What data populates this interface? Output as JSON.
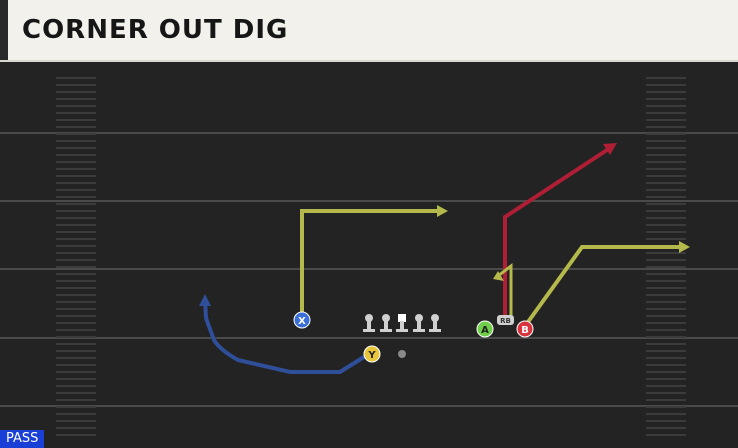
{
  "play": {
    "title": "CORNER OUT DIG",
    "type_tag": "PASS"
  },
  "players": {
    "x": {
      "label": "X",
      "button_color": "#3a6fd8"
    },
    "y": {
      "label": "Y",
      "button_color": "#e8c53a"
    },
    "a": {
      "label": "A",
      "button_color": "#6fcf4a"
    },
    "b": {
      "label": "B",
      "button_color": "#d8353e"
    },
    "rb": {
      "label": "RB"
    }
  },
  "routes": {
    "x": {
      "color": "#b5b84a"
    },
    "y": {
      "color": "#2f4f9a"
    },
    "a": {
      "color": "#b01e35"
    },
    "b": {
      "color": "#b5b84a"
    }
  },
  "colors": {
    "field": "#232323",
    "yard_line": "#4a4a4a",
    "header_bg": "#f2f1ec",
    "pass_tag": "#1a3fd6"
  }
}
